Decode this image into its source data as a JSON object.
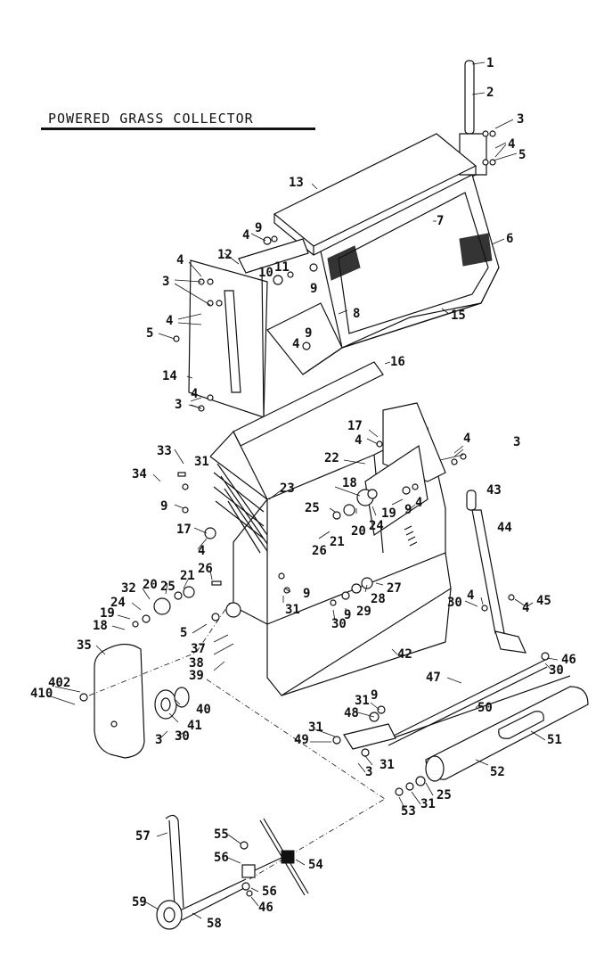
{
  "title": "POWERED GRASS COLLECTOR",
  "callouts": [
    "1",
    "2",
    "3",
    "4",
    "5",
    "6",
    "7",
    "8",
    "9",
    "10",
    "11",
    "12",
    "13",
    "14",
    "15",
    "16",
    "17",
    "18",
    "19",
    "20",
    "21",
    "22",
    "23",
    "24",
    "25",
    "26",
    "27",
    "28",
    "29",
    "30",
    "31",
    "32",
    "33",
    "34",
    "35",
    "37",
    "38",
    "39",
    "40",
    "41",
    "42",
    "43",
    "44",
    "45",
    "46",
    "47",
    "48",
    "49",
    "50",
    "51",
    "52",
    "53",
    "54",
    "55",
    "56",
    "57",
    "58",
    "59",
    "402",
    "410"
  ]
}
